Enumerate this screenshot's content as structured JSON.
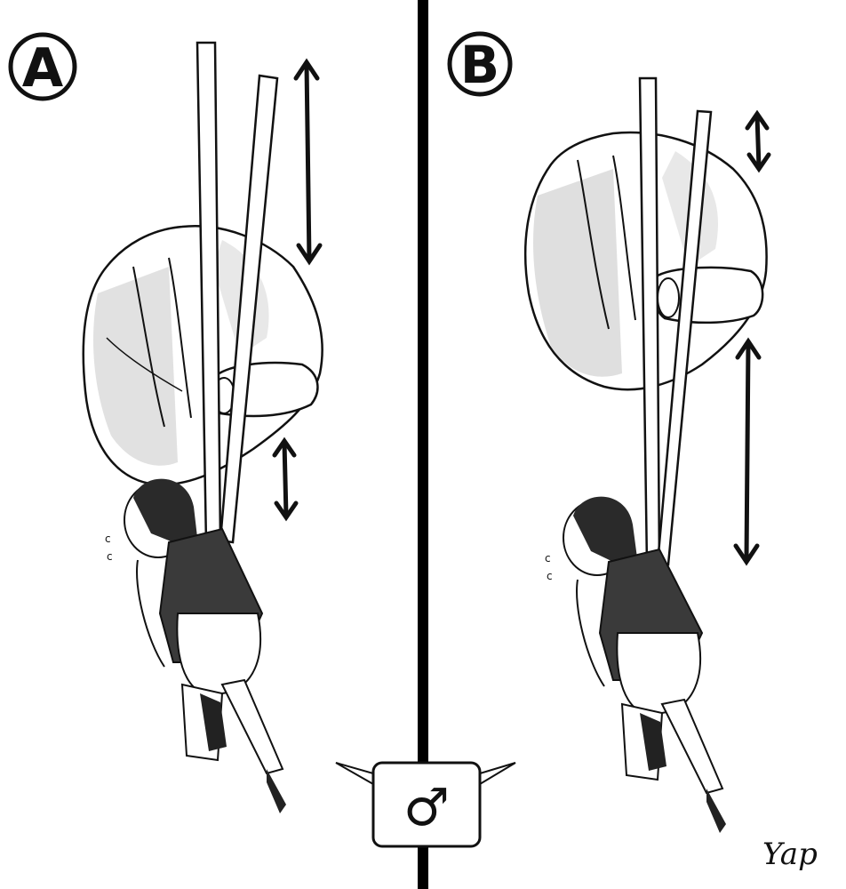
{
  "panels": [
    {
      "label": "A"
    },
    {
      "label": "B"
    }
  ],
  "center_box": {
    "symbol": "♂"
  },
  "signature": "Yap",
  "colors": {
    "ink": "#111111",
    "hand_shade": "#d9d9d9",
    "hand_shade_dark": "#bdbdbd",
    "divider": "#000000"
  },
  "icons": [
    "double-arrow-icon",
    "male-symbol-icon"
  ]
}
